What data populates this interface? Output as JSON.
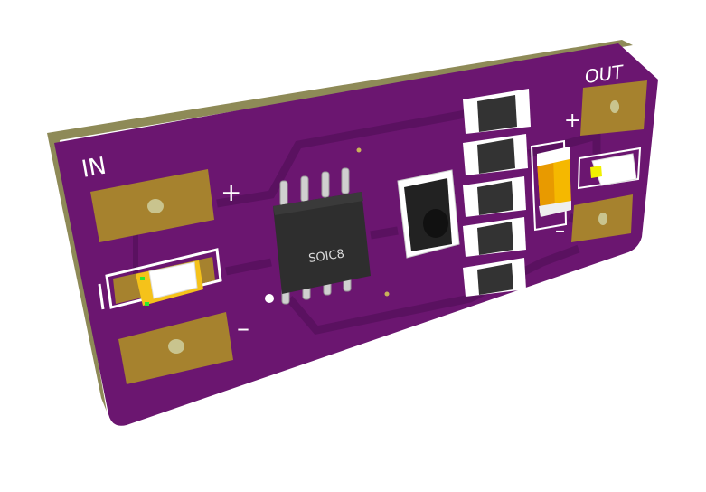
{
  "board": {
    "input_label": "IN",
    "output_label": "OUT",
    "in_plus": "+",
    "in_minus": "–",
    "out_plus": "+",
    "out_minus": "–",
    "ic_label": "SOIC8",
    "colors": {
      "soldermask": "#6b1670",
      "trace": "#5a1160",
      "copper": "#a6822e",
      "edge": "#8e8a57",
      "ic_body": "#2e2e2e",
      "tantalum": "#f5b800"
    }
  }
}
